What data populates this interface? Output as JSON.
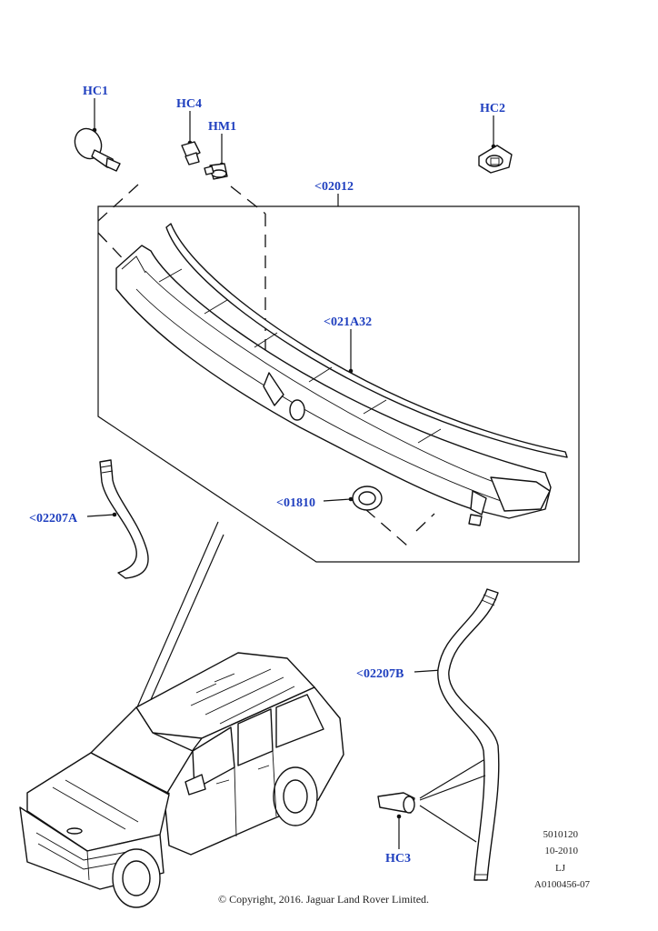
{
  "callouts": {
    "hc1": "HC1",
    "hc4": "HC4",
    "hm1": "HM1",
    "hc2": "HC2",
    "p02012": "<02012",
    "p021a32": "<021A32",
    "p01810": "<01810",
    "p02207a": "<02207A",
    "p02207b": "<02207B",
    "hc3": "HC3"
  },
  "reference": {
    "code": "5010120",
    "date": "10-2010",
    "initials": "LJ",
    "illustration_id": "A0100456-07"
  },
  "copyright": "© Copyright, 2016. Jaguar Land Rover Limited.",
  "colors": {
    "callout": "#1f3fbf",
    "line": "#111111"
  }
}
